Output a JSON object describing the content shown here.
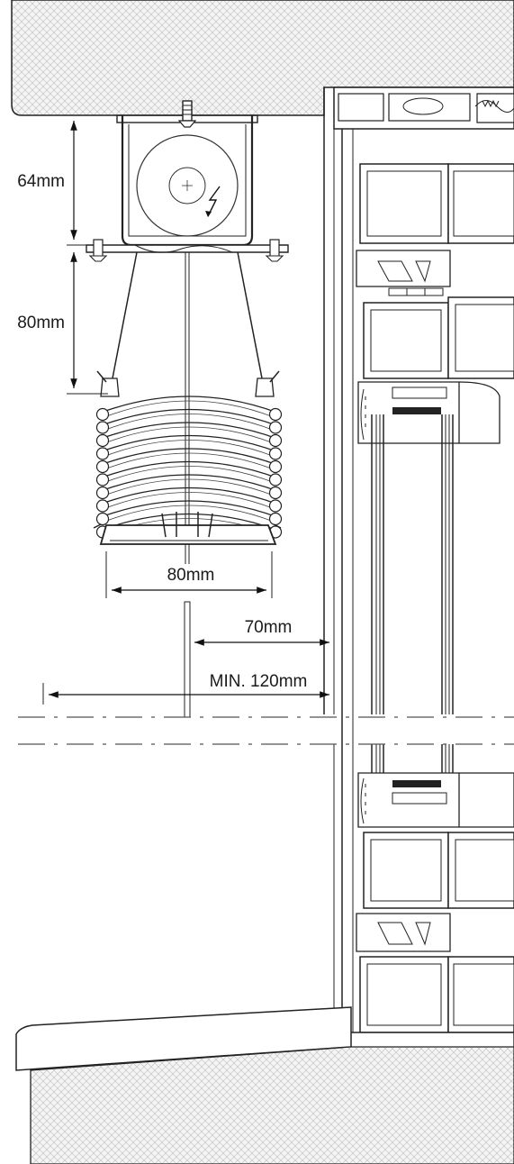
{
  "dimensions": {
    "cassette_height": "64mm",
    "hanger_length": "80mm",
    "blind_width": "80mm",
    "distance_to_frame": "70mm",
    "minimum_depth": "MIN. 120mm"
  },
  "colors": {
    "line": "#222222",
    "wall_fill": "#f2f2f2",
    "hatch": "#b8b8b8"
  }
}
